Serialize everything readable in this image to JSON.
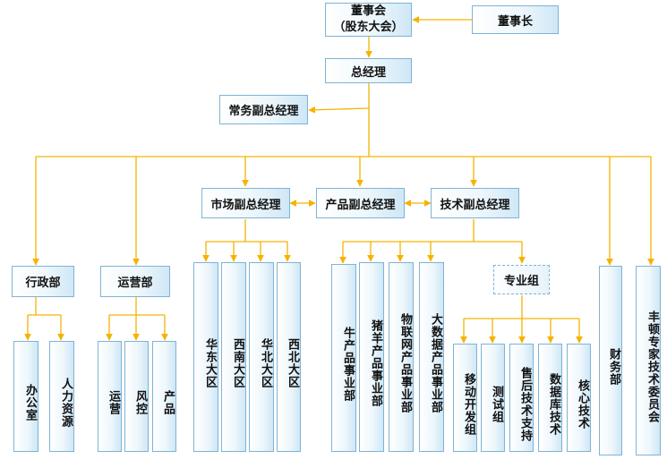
{
  "chart": {
    "board": "董事会\n（股东大会）",
    "chairman": "董事长",
    "ceo": "总经理",
    "exec_vp": "常务副总经理",
    "vp_market": "市场副总经理",
    "vp_product": "产品副总经理",
    "vp_tech": "技术副总经理",
    "admin": "行政部",
    "admin_children": [
      "办公室",
      "人力资源"
    ],
    "ops": "运营部",
    "ops_children": [
      "运营",
      "风控",
      "产品"
    ],
    "regions": [
      "华东大区",
      "西南大区",
      "华北大区",
      "西北大区"
    ],
    "product_divisions": [
      "牛产品事业部",
      "猪羊产品事业部",
      "物联网产品事业部",
      "大数据产品事业部"
    ],
    "expert_group": "专业组",
    "expert_children": [
      "移动开发组",
      "测试组",
      "售后技术支持",
      "数据库技术",
      "核心技术"
    ],
    "finance": "财务部",
    "committee": "丰顿专家技术委员会"
  },
  "colors": {
    "line": "#f5b300",
    "border": "#7fb3d6"
  }
}
